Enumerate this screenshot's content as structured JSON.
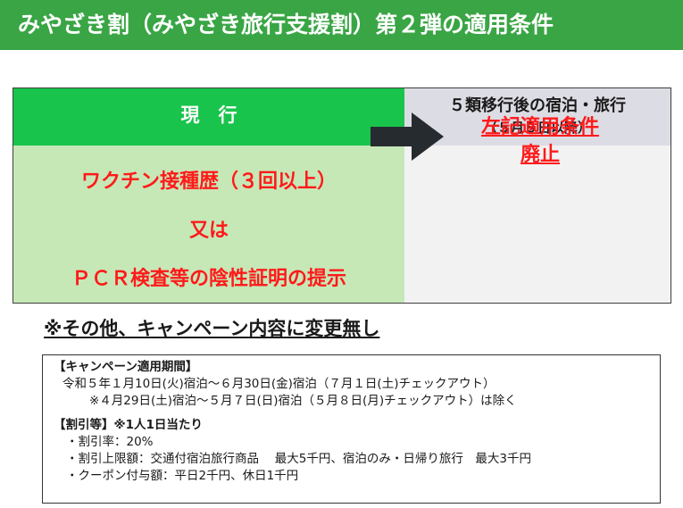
{
  "title": "みやざき割（みやざき旅行支援割）第２弾の適用条件",
  "table": {
    "current_header": "現　行",
    "after_header_line1": "５類移行後の宿泊・旅行",
    "after_header_line2": "（５月８日以降）",
    "current_conditions": [
      "ワクチン接種歴（３回以上）",
      "又は",
      "ＰＣＲ検査等の陰性証明の提示"
    ],
    "after_line1": "左記適用条件",
    "after_line2": "廃止",
    "arrow_icon": "right-arrow-icon"
  },
  "note": "※その他、キャンペーン内容に変更無し",
  "campaign": {
    "period_heading": "【キャンペーン適用期間】",
    "period_line": "令和５年１月10日(火)宿泊～６月30日(金)宿泊（７月１日(土)チェックアウト）",
    "exclusion_line": "※４月29日(土)宿泊～５月７日(日)宿泊（５月８日(月)チェックアウト）は除く",
    "discount_heading": "【割引等】※1人1日当たり",
    "discount_rate": "・割引率：20%",
    "discount_limit": "・割引上限額：交通付宿泊旅行商品　 最大5千円、宿泊のみ・日帰り旅行　最大3千円",
    "coupon": "・クーポン付与額：平日2千円、休日1千円"
  },
  "colors": {
    "title_bg": "#3aa545",
    "header_current_bg": "#19c44c",
    "header_after_bg": "#dcdce4",
    "body_current_bg": "#c6e8b7",
    "accent_red": "#ff1a1a"
  }
}
